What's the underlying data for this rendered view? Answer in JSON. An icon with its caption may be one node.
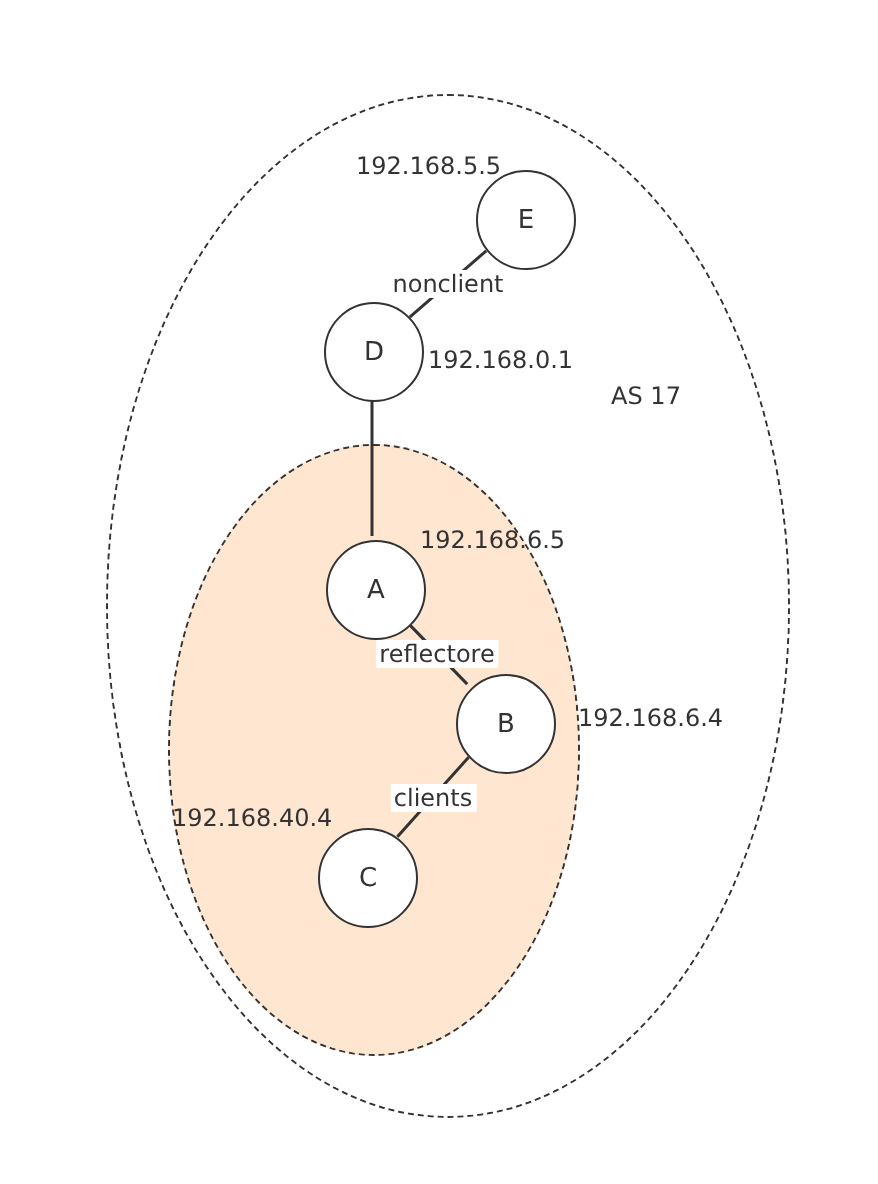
{
  "diagram": {
    "nodes": [
      {
        "text": [
          "AS 17"
        ]
      },
      {
        "text": [
          "E"
        ],
        "in": 0,
        "beside": [
          "192.168.5.5"
        ]
      },
      {
        "text": [
          "D"
        ],
        "in": 0,
        "beside": [
          "192.168.0.1"
        ]
      },
      {
        "text": [],
        "shape": "ellipse",
        "in": 0
      },
      {
        "text": [
          "A"
        ],
        "in": 3,
        "beside": [
          "192.168.6.5"
        ]
      },
      {
        "text": [
          "B"
        ],
        "in": 3,
        "beside": [
          "192.168.6.4"
        ]
      },
      {
        "text": [
          "C"
        ],
        "in": 3,
        "beside": [
          "192.168.40.4"
        ]
      }
    ],
    "edges": [
      {
        "from": 2,
        "to": 1,
        "arrow": "none",
        "label": "nonclient"
      },
      {
        "from": 2,
        "to": 4,
        "arrow": "none"
      },
      {
        "from": 4,
        "to": 5,
        "arrow": "none",
        "label": "reflectore"
      },
      {
        "from": 5,
        "to": 6,
        "arrow": "none",
        "label": "clients"
      }
    ]
  }
}
